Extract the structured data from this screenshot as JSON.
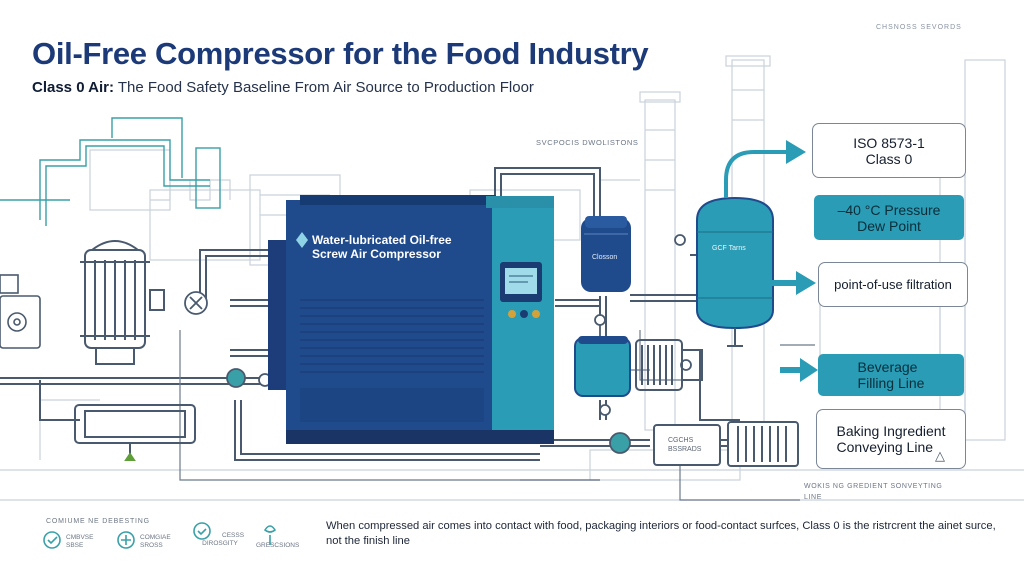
{
  "header": {
    "title": "Oil-Free Compressor for the Food Industry",
    "subtitle_bold": "Class 0 Air:",
    "subtitle_rest": " The Food Safety Baseline From Air Source to Production Floor",
    "corner_text": "CHSNOSS SEVORDS"
  },
  "diagram": {
    "pipe_label": "SVCPOCIS DWOLISTONS",
    "compressor_label_line1": "Water-lubricated Oil-free",
    "compressor_label_line2": "Screw Air Compressor",
    "filter_label": "Closson",
    "tank_label": "GCF Tarns",
    "skid_label_line1": "CGCHS",
    "skid_label_line2": "BSSRADS"
  },
  "callouts": {
    "iso_line1": "ISO 8573-1",
    "iso_line2": "Class 0",
    "dew_line1": "–40 °C Pressure",
    "dew_line2": "Dew Point",
    "filtration": "point-of-use filtration",
    "beverage_line1": "Beverage",
    "beverage_line2": "Filling Line",
    "baking_line1": "Baking Ingredient",
    "baking_line2": "Conveying Line"
  },
  "right_small": {
    "line1": "WOKIS NG GREDIENT SONVEYTING",
    "line2": "LINE"
  },
  "legend": {
    "title": "COMIUME NE DEBESTING",
    "item1_line1": "CMBVSE",
    "item1_line2": "SBSE",
    "item2_line1": "COMGIAE",
    "item2_line2": "SROSS",
    "item3_line1": "CESSS",
    "item3_line2": "DIROSGITY",
    "item4_line1": "",
    "item4_line2": "GRESCSIONS"
  },
  "footer": {
    "text": "When compressed air comes into contact with food, packaging interiors or food-contact surfces, Class 0 is the ristrcrent the ainet surce, not the finish line"
  },
  "colors": {
    "navy": "#1c3a78",
    "teal": "#2b9cb6",
    "line": "#4a5a6e",
    "outline_teal": "#3aa0a8"
  }
}
